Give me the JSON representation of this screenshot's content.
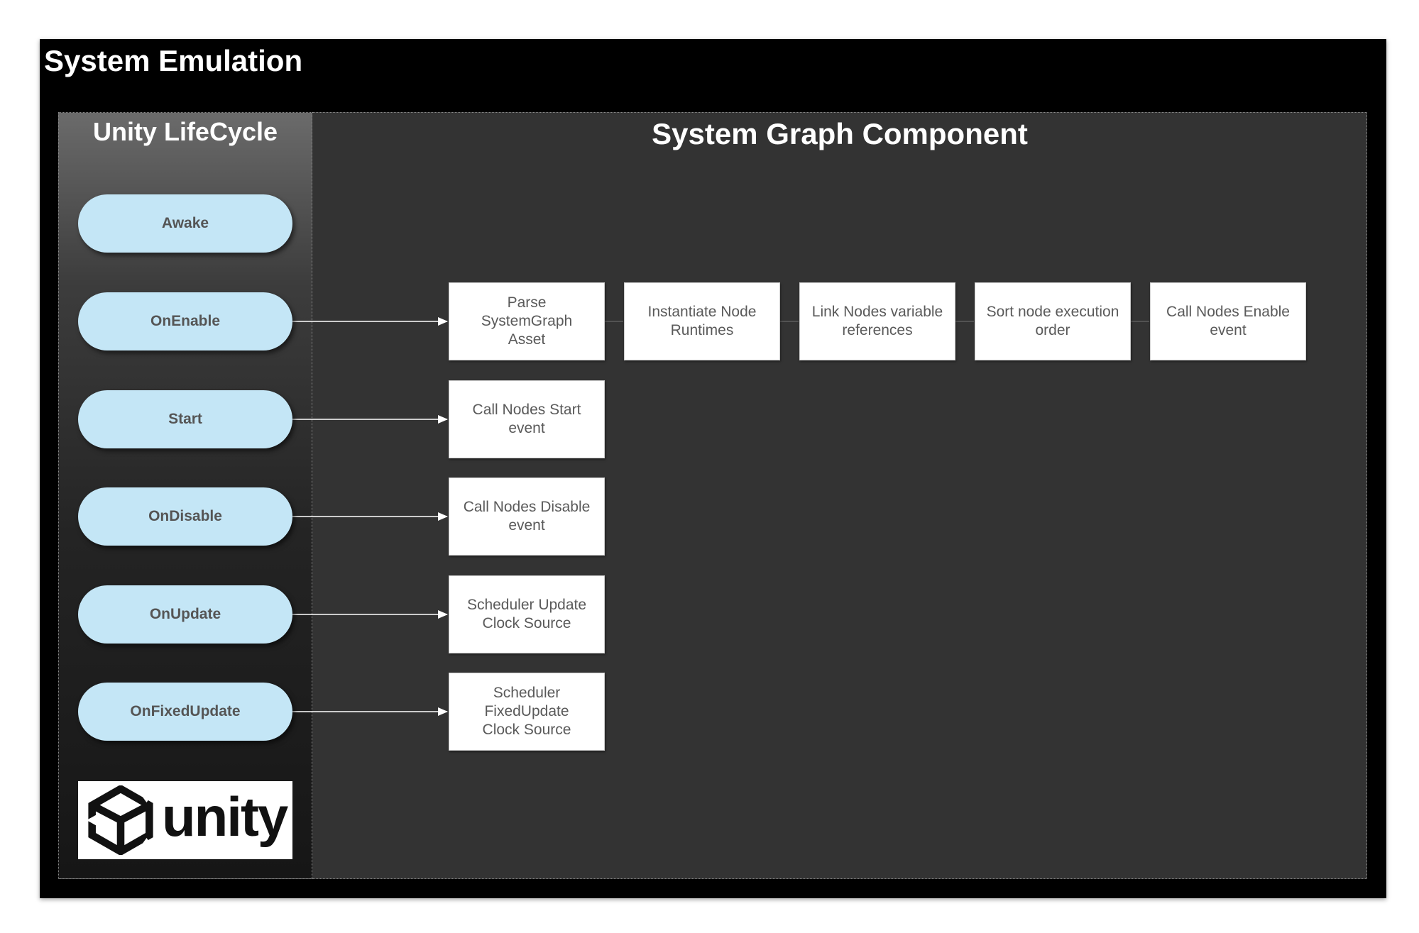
{
  "frame": {
    "title": "System Emulation",
    "background": "#000000"
  },
  "lifecycle": {
    "title": "Unity LifeCycle",
    "pill_color": "#c4e6f6",
    "stages": [
      {
        "label": "Awake"
      },
      {
        "label": "OnEnable"
      },
      {
        "label": "Start"
      },
      {
        "label": "OnDisable"
      },
      {
        "label": "OnUpdate"
      },
      {
        "label": "OnFixedUpdate"
      }
    ],
    "logo": {
      "icon": "unity-cube-icon",
      "wordmark": "unity"
    }
  },
  "graph": {
    "title": "System Graph Component",
    "background": "#333333",
    "enable_chain": [
      {
        "label": "Parse SystemGraph Asset"
      },
      {
        "label": "Instantiate Node Runtimes"
      },
      {
        "label": "Link Nodes variable references"
      },
      {
        "label": "Sort node execution order"
      },
      {
        "label": "Call Nodes Enable event"
      }
    ],
    "handlers": [
      {
        "label": "Call Nodes Start event"
      },
      {
        "label": "Call Nodes Disable event"
      },
      {
        "label": "Scheduler Update Clock Source"
      },
      {
        "label": "Scheduler FixedUpdate Clock Source"
      }
    ]
  },
  "connections": [
    {
      "from": "OnEnable",
      "to": "Parse SystemGraph Asset"
    },
    {
      "from": "Start",
      "to": "Call Nodes Start event"
    },
    {
      "from": "OnDisable",
      "to": "Call Nodes Disable event"
    },
    {
      "from": "OnUpdate",
      "to": "Scheduler Update Clock Source"
    },
    {
      "from": "OnFixedUpdate",
      "to": "Scheduler FixedUpdate Clock Source"
    }
  ]
}
